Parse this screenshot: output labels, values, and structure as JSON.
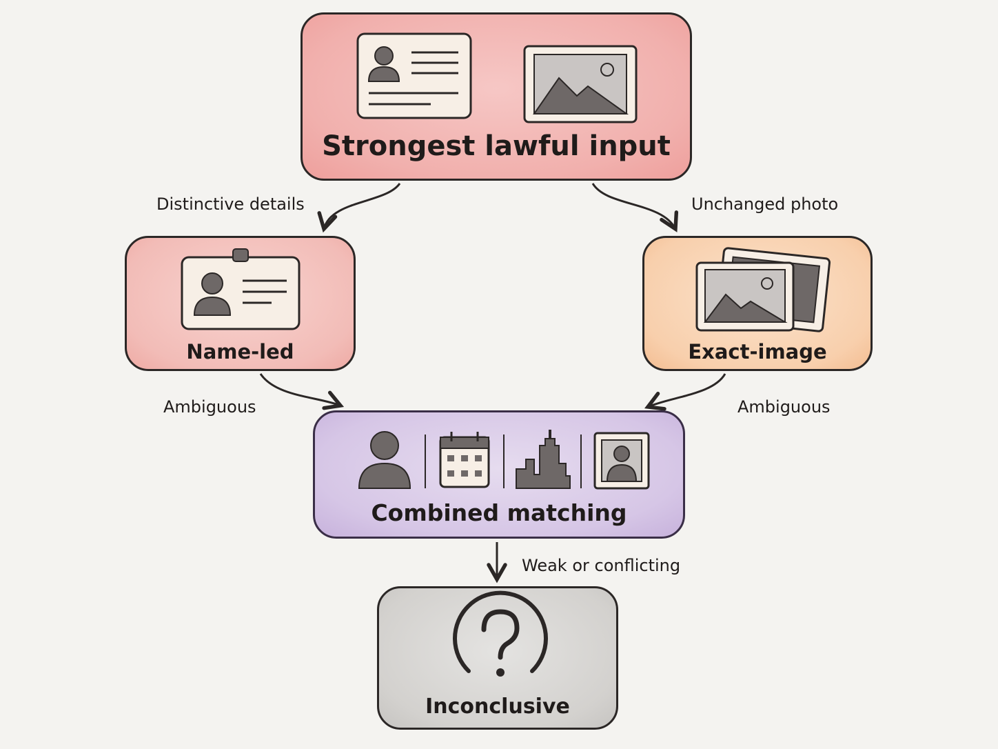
{
  "nodes": {
    "strongest": {
      "label": "Strongest lawful input",
      "icons": [
        "id-card-icon",
        "photo-icon"
      ]
    },
    "name_led": {
      "label": "Name-led",
      "icons": [
        "badge-icon"
      ]
    },
    "exact_image": {
      "label": "Exact-image",
      "icons": [
        "photo-stack-icon"
      ]
    },
    "combined": {
      "label": "Combined matching",
      "icons": [
        "person-icon",
        "calendar-icon",
        "city-icon",
        "portrait-icon"
      ]
    },
    "inconclusive": {
      "label": "Inconclusive",
      "icons": [
        "question-circle-icon"
      ]
    }
  },
  "edges": [
    {
      "from": "strongest",
      "to": "name_led",
      "label": "Distinctive details"
    },
    {
      "from": "strongest",
      "to": "exact_image",
      "label": "Unchanged photo"
    },
    {
      "from": "name_led",
      "to": "combined",
      "label": "Ambiguous"
    },
    {
      "from": "exact_image",
      "to": "combined",
      "label": "Ambiguous"
    },
    {
      "from": "combined",
      "to": "inconclusive",
      "label": "Weak or conflicting"
    }
  ],
  "colors": {
    "strongest": "#f1b0ad",
    "name_led": "#f2bcb7",
    "exact_image": "#f8cfac",
    "combined": "#d6c6e6",
    "inconclusive": "#d3d1ce",
    "ink": "#2b2726",
    "icon_fill": "#6e6867"
  }
}
